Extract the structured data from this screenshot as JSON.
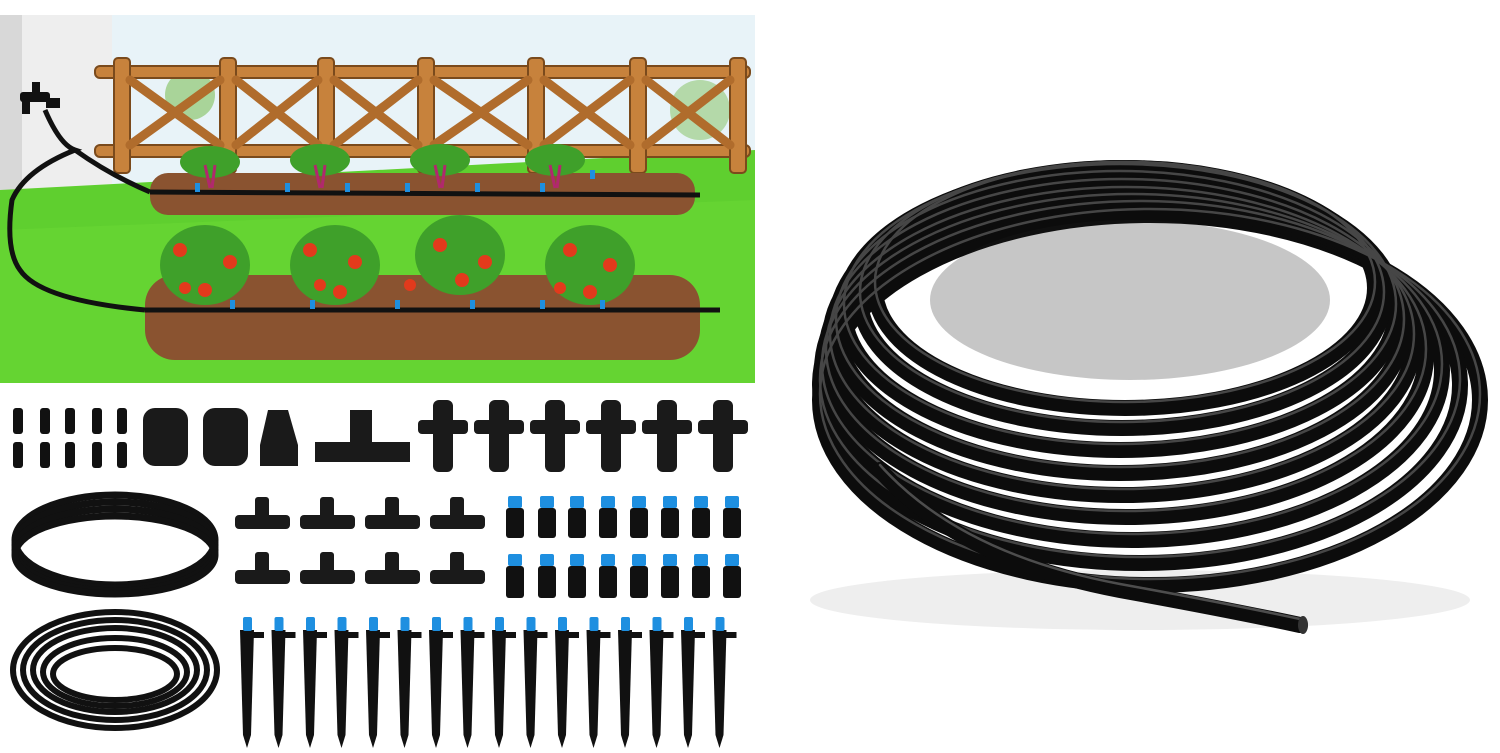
{
  "image": {
    "left_panel": {
      "scene": "garden-drip-irrigation-illustration",
      "parts_grid": "irrigation-kit-components"
    },
    "right_panel": {
      "subject": "coiled-black-drip-tubing"
    }
  },
  "colors": {
    "grass": "#5fcf2f",
    "sky": "#dfeff7",
    "fence_wood": "#c7823c",
    "soil": "#8a5330",
    "tube": "#111111",
    "accent_blue": "#1e8fe0",
    "pepper_red": "#e23a1c",
    "leaf": "#3fa02a"
  }
}
